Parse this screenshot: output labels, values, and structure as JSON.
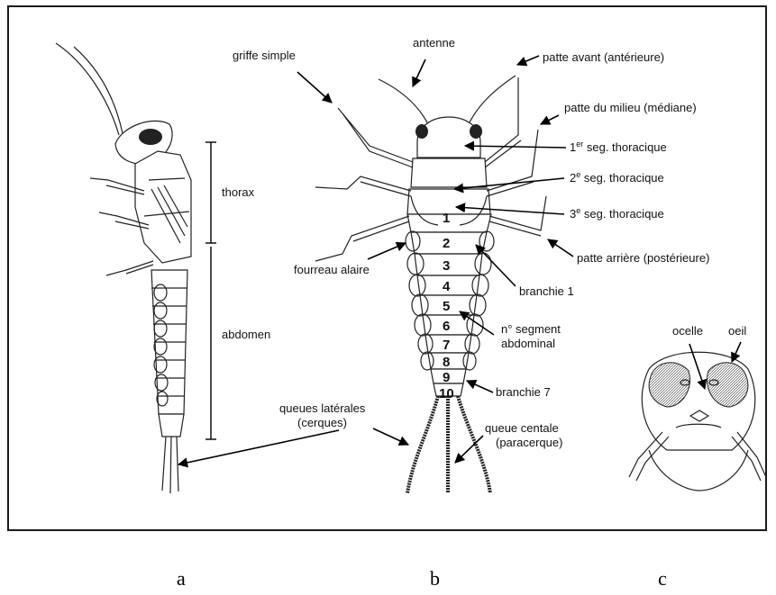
{
  "labels": {
    "thorax": "thorax",
    "abdomen": "abdomen",
    "queues_laterales_1": "queues latérales",
    "queues_laterales_2": "(cerques)",
    "griffe_simple": "griffe simple",
    "antenne": "antenne",
    "patte_avant": "patte avant (antérieure)",
    "patte_milieu": "patte du milieu (médiane)",
    "seg1_pre": "1",
    "seg1_sup": "er",
    "seg1_post": " seg. thoracique",
    "seg2_pre": "2",
    "seg2_sup": "e",
    "seg2_post": " seg. thoracique",
    "seg3_pre": "3",
    "seg3_sup": "e",
    "seg3_post": " seg. thoracique",
    "patte_arriere": "patte arrière (postérieure)",
    "fourreau_alaire": "fourreau alaire",
    "branchie_1": "branchie 1",
    "n_segment_1": "n° segment",
    "n_segment_2": "abdominal",
    "branchie_7": "branchie 7",
    "queue_centrale_1": "queue centale",
    "queue_centrale_2": "(paracerque)",
    "ocelle": "ocelle",
    "oeil": "oeil"
  },
  "segment_numbers": [
    "1",
    "2",
    "3",
    "4",
    "5",
    "6",
    "7",
    "8",
    "9",
    "10"
  ],
  "captions": {
    "a": "a",
    "b": "b",
    "c": "c"
  }
}
